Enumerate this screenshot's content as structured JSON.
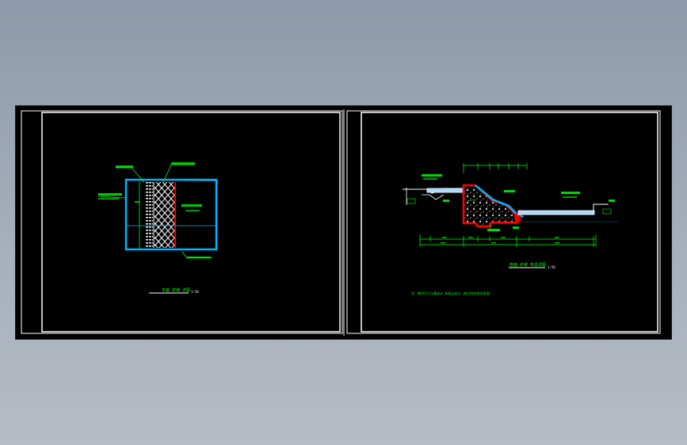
{
  "colors": {
    "background_top": "#8d9aab",
    "sheet": "#000000",
    "frame": "#ffffff",
    "annotation": "#00ff00",
    "water_blue": "#00b4ff",
    "red_outline": "#ff0000",
    "pale_blue": "#a8d8ff",
    "white": "#ffffff"
  },
  "left_drawing": {
    "title": "平面 护坡 详图",
    "scale": "1:50"
  },
  "right_drawing": {
    "title": "剖面 护坡 构造详图",
    "scale": "1:50",
    "note": "注：图中尺寸以毫米计 标高以米计（施工时应结合现场）"
  }
}
